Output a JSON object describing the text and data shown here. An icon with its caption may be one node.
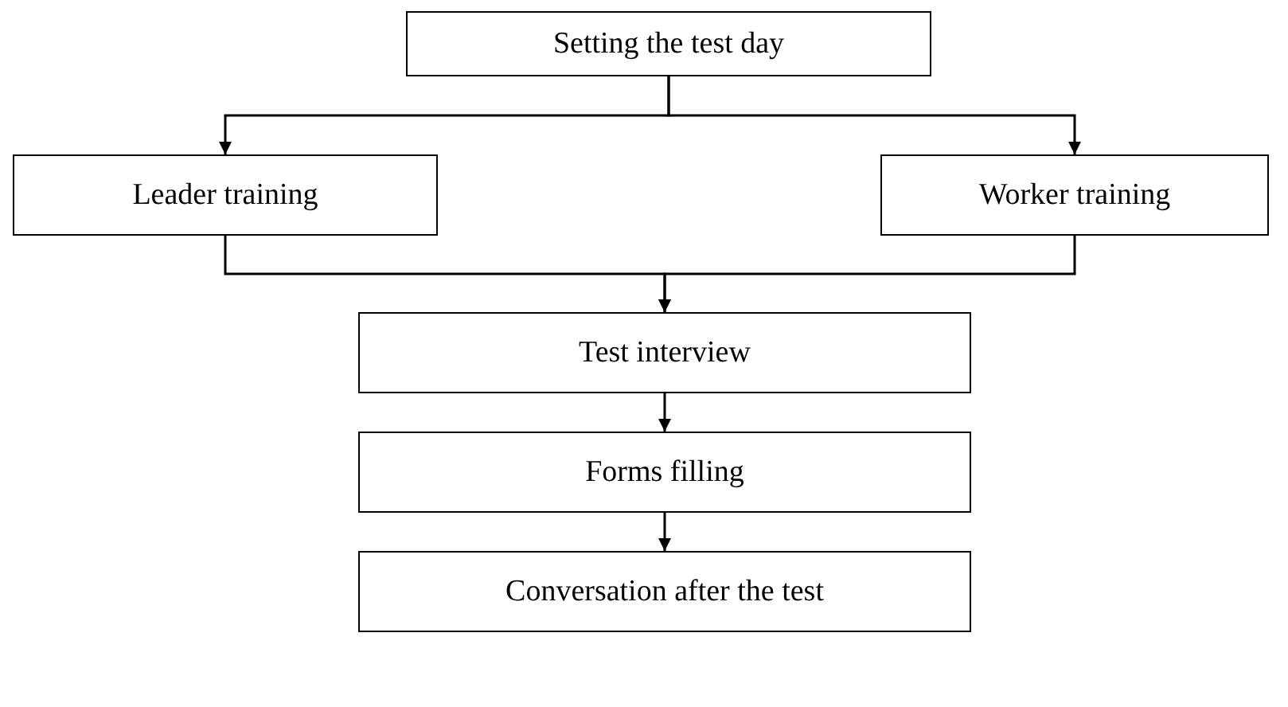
{
  "diagram": {
    "nodes": [
      {
        "text": [
          "Setting the test day"
        ]
      },
      {
        "text": [
          "Leader training"
        ]
      },
      {
        "text": [
          "Worker training"
        ]
      },
      {
        "text": [
          "Test interview"
        ]
      },
      {
        "text": [
          "Forms filling"
        ]
      },
      {
        "text": [
          "Conversation after the test"
        ]
      }
    ],
    "edges": [
      {
        "from": 0,
        "to": 1,
        "arrow": "to"
      },
      {
        "from": 0,
        "to": 2,
        "arrow": "to"
      },
      {
        "from": 1,
        "to": 3,
        "arrow": "to"
      },
      {
        "from": 2,
        "to": 3,
        "arrow": "to"
      },
      {
        "from": 3,
        "to": 4,
        "arrow": "to"
      },
      {
        "from": 4,
        "to": 5,
        "arrow": "to"
      }
    ]
  }
}
